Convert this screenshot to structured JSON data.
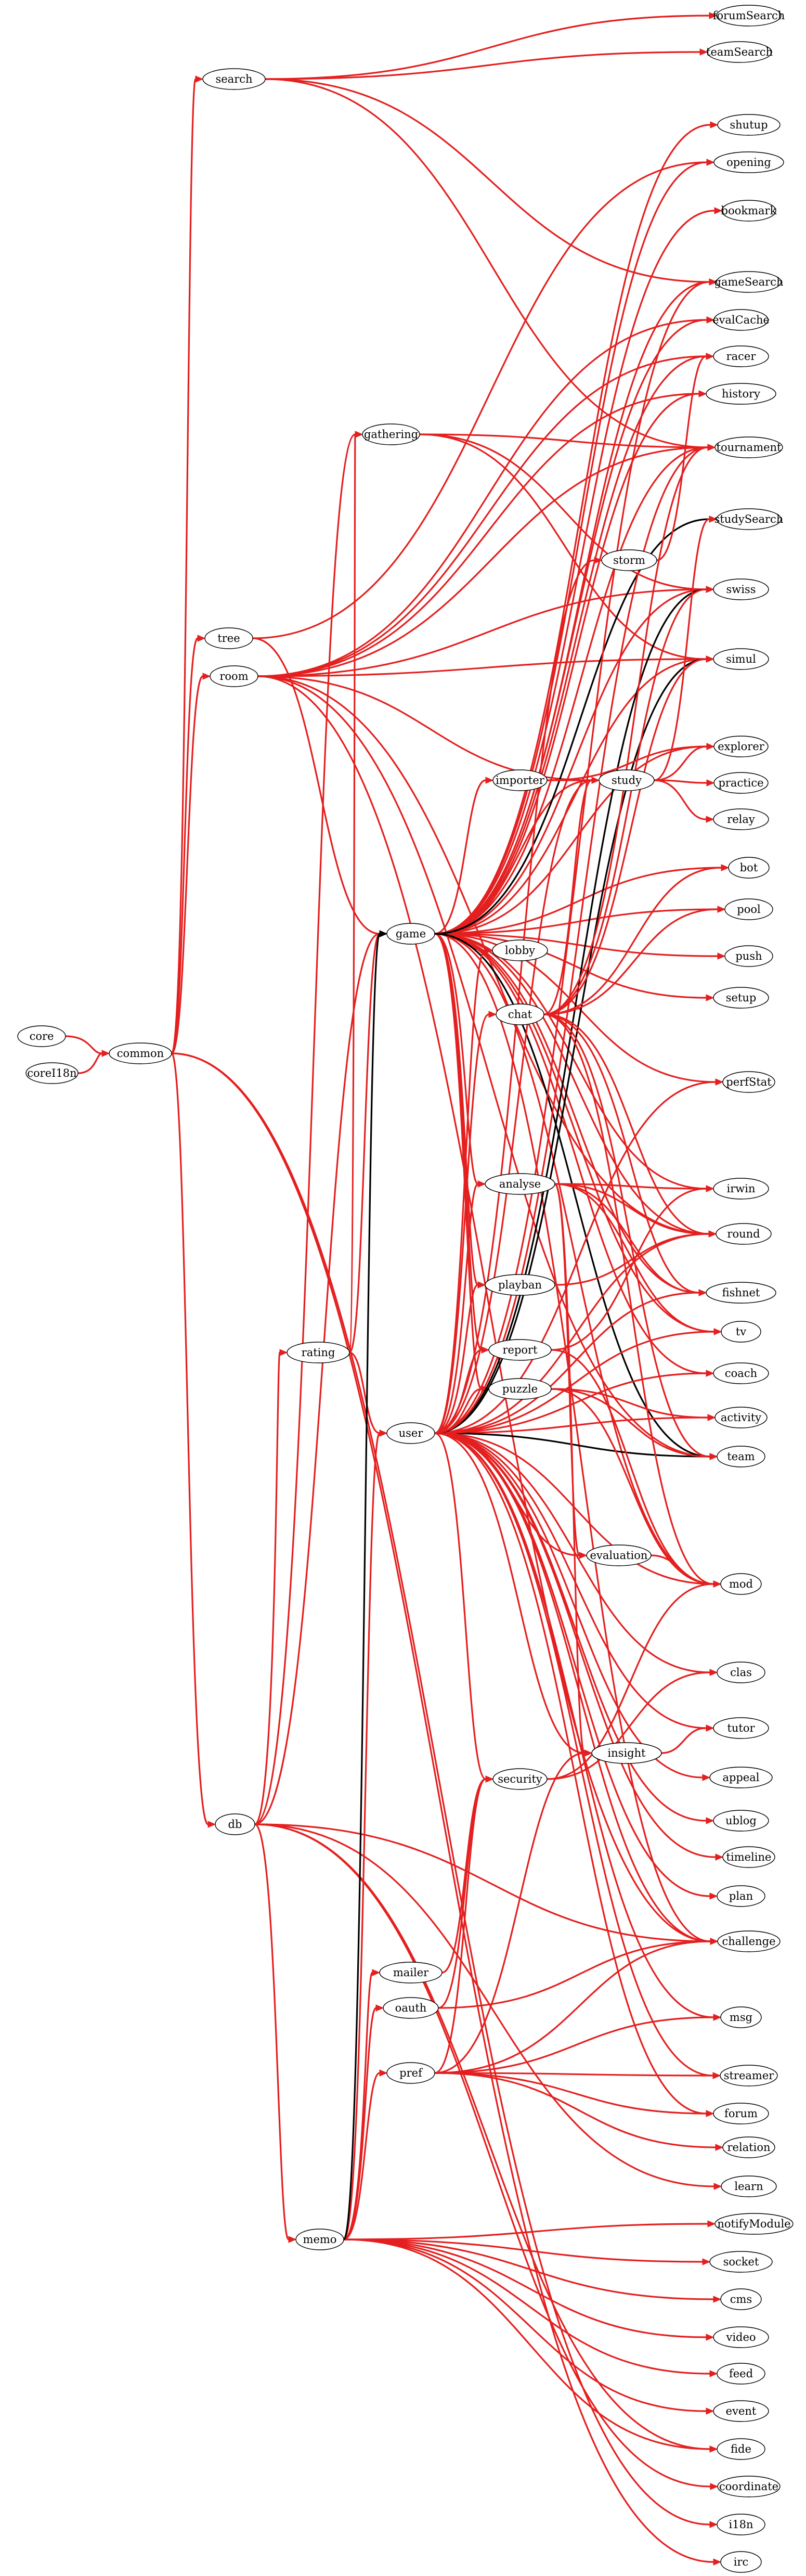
{
  "diagram": {
    "type": "dependency-graph",
    "colors": {
      "red": "#e41f1f",
      "black": "#000000"
    },
    "nodes": [
      "core",
      "coreI18n",
      "common",
      "search",
      "tree",
      "room",
      "db",
      "rating",
      "game",
      "gathering",
      "user",
      "chat",
      "importer",
      "study",
      "storm",
      "analyse",
      "playban",
      "report",
      "puzzle",
      "lobby",
      "evaluation",
      "memo",
      "mailer",
      "oauth",
      "pref",
      "security",
      "insight",
      "forumSearch",
      "teamSearch",
      "shutup",
      "opening",
      "bookmark",
      "gameSearch",
      "evalCache",
      "racer",
      "history",
      "tournament",
      "studySearch",
      "swiss",
      "simul",
      "explorer",
      "practice",
      "relay",
      "bot",
      "pool",
      "push",
      "setup",
      "perfStat",
      "irwin",
      "round",
      "fishnet",
      "tv",
      "coach",
      "activity",
      "team",
      "mod",
      "clas",
      "tutor",
      "appeal",
      "ublog",
      "timeline",
      "plan",
      "challenge",
      "msg",
      "streamer",
      "forum",
      "relation",
      "learn",
      "notifyModule",
      "socket",
      "cms",
      "video",
      "feed",
      "event",
      "fide",
      "coordinate",
      "i18n",
      "irc"
    ],
    "edges": [
      [
        "core",
        "common",
        "red"
      ],
      [
        "coreI18n",
        "common",
        "red"
      ],
      [
        "common",
        "search",
        "red"
      ],
      [
        "common",
        "tree",
        "red"
      ],
      [
        "common",
        "room",
        "red"
      ],
      [
        "common",
        "db",
        "red"
      ],
      [
        "common",
        "i18n",
        "red"
      ],
      [
        "common",
        "irc",
        "red"
      ],
      [
        "search",
        "forumSearch",
        "red"
      ],
      [
        "search",
        "teamSearch",
        "red"
      ],
      [
        "search",
        "gameSearch",
        "red"
      ],
      [
        "search",
        "tournament",
        "red"
      ],
      [
        "tree",
        "game",
        "red"
      ],
      [
        "tree",
        "opening",
        "red"
      ],
      [
        "room",
        "history",
        "red"
      ],
      [
        "room",
        "racer",
        "red"
      ],
      [
        "room",
        "evalCache",
        "red"
      ],
      [
        "room",
        "tournament",
        "red"
      ],
      [
        "room",
        "simul",
        "red"
      ],
      [
        "room",
        "study",
        "red"
      ],
      [
        "room",
        "round",
        "red"
      ],
      [
        "room",
        "swiss",
        "red"
      ],
      [
        "room",
        "team",
        "red"
      ],
      [
        "room",
        "challenge",
        "red"
      ],
      [
        "db",
        "rating",
        "red"
      ],
      [
        "db",
        "game",
        "red"
      ],
      [
        "db",
        "memo",
        "red"
      ],
      [
        "db",
        "learn",
        "red"
      ],
      [
        "db",
        "coordinate",
        "red"
      ],
      [
        "db",
        "fide",
        "red"
      ],
      [
        "db",
        "gathering",
        "red"
      ],
      [
        "db",
        "challenge",
        "red"
      ],
      [
        "rating",
        "gathering",
        "red"
      ],
      [
        "rating",
        "game",
        "red"
      ],
      [
        "rating",
        "user",
        "red"
      ],
      [
        "gathering",
        "simul",
        "red"
      ],
      [
        "gathering",
        "swiss",
        "red"
      ],
      [
        "gathering",
        "tournament",
        "red"
      ],
      [
        "game",
        "shutup",
        "red"
      ],
      [
        "game",
        "bookmark",
        "red"
      ],
      [
        "game",
        "gameSearch",
        "red"
      ],
      [
        "game",
        "evalCache",
        "red"
      ],
      [
        "game",
        "history",
        "red"
      ],
      [
        "game",
        "tournament",
        "red"
      ],
      [
        "game",
        "swiss",
        "red"
      ],
      [
        "game",
        "simul",
        "red"
      ],
      [
        "game",
        "importer",
        "red"
      ],
      [
        "game",
        "study",
        "red"
      ],
      [
        "game",
        "bot",
        "red"
      ],
      [
        "game",
        "pool",
        "red"
      ],
      [
        "game",
        "push",
        "red"
      ],
      [
        "game",
        "setup",
        "red"
      ],
      [
        "game",
        "lobby",
        "red"
      ],
      [
        "game",
        "perfStat",
        "red"
      ],
      [
        "game",
        "analyse",
        "red"
      ],
      [
        "game",
        "irwin",
        "red"
      ],
      [
        "game",
        "round",
        "red"
      ],
      [
        "game",
        "fishnet",
        "red"
      ],
      [
        "game",
        "tv",
        "red"
      ],
      [
        "game",
        "coach",
        "red"
      ],
      [
        "game",
        "playban",
        "red"
      ],
      [
        "game",
        "report",
        "red"
      ],
      [
        "game",
        "puzzle",
        "red"
      ],
      [
        "game",
        "challenge",
        "red"
      ],
      [
        "game",
        "mod",
        "red"
      ],
      [
        "game",
        "explorer",
        "red"
      ],
      [
        "game",
        "racer",
        "red"
      ],
      [
        "game",
        "opening",
        "red"
      ],
      [
        "game",
        "studySearch",
        "black"
      ],
      [
        "game",
        "team",
        "black"
      ],
      [
        "user",
        "chat",
        "red"
      ],
      [
        "user",
        "game",
        "red"
      ],
      [
        "user",
        "storm",
        "red"
      ],
      [
        "user",
        "study",
        "red"
      ],
      [
        "user",
        "lobby",
        "red"
      ],
      [
        "user",
        "analyse",
        "red"
      ],
      [
        "user",
        "playban",
        "red"
      ],
      [
        "user",
        "report",
        "red"
      ],
      [
        "user",
        "puzzle",
        "red"
      ],
      [
        "user",
        "evaluation",
        "red"
      ],
      [
        "user",
        "activity",
        "red"
      ],
      [
        "user",
        "team",
        "black"
      ],
      [
        "user",
        "mod",
        "red"
      ],
      [
        "user",
        "clas",
        "red"
      ],
      [
        "user",
        "tutor",
        "red"
      ],
      [
        "user",
        "appeal",
        "red"
      ],
      [
        "user",
        "ublog",
        "red"
      ],
      [
        "user",
        "timeline",
        "red"
      ],
      [
        "user",
        "plan",
        "red"
      ],
      [
        "user",
        "challenge",
        "red"
      ],
      [
        "user",
        "msg",
        "red"
      ],
      [
        "user",
        "streamer",
        "red"
      ],
      [
        "user",
        "forum",
        "red"
      ],
      [
        "user",
        "security",
        "red"
      ],
      [
        "user",
        "insight",
        "red"
      ],
      [
        "user",
        "coach",
        "red"
      ],
      [
        "user",
        "tv",
        "red"
      ],
      [
        "user",
        "fishnet",
        "red"
      ],
      [
        "user",
        "round",
        "red"
      ],
      [
        "user",
        "perfStat",
        "red"
      ],
      [
        "user",
        "simul",
        "black"
      ],
      [
        "user",
        "swiss",
        "black"
      ],
      [
        "user",
        "tournament",
        "red"
      ],
      [
        "user",
        "gameSearch",
        "red"
      ],
      [
        "chat",
        "study",
        "red"
      ],
      [
        "chat",
        "swiss",
        "red"
      ],
      [
        "chat",
        "simul",
        "red"
      ],
      [
        "chat",
        "tournament",
        "red"
      ],
      [
        "chat",
        "round",
        "red"
      ],
      [
        "chat",
        "team",
        "red"
      ],
      [
        "chat",
        "bot",
        "red"
      ],
      [
        "chat",
        "pool",
        "red"
      ],
      [
        "chat",
        "mod",
        "red"
      ],
      [
        "chat",
        "fishnet",
        "red"
      ],
      [
        "importer",
        "study",
        "red"
      ],
      [
        "importer",
        "explorer",
        "red"
      ],
      [
        "study",
        "practice",
        "red"
      ],
      [
        "study",
        "relay",
        "red"
      ],
      [
        "study",
        "studySearch",
        "red"
      ],
      [
        "study",
        "explorer",
        "red"
      ],
      [
        "storm",
        "racer",
        "red"
      ],
      [
        "analyse",
        "irwin",
        "red"
      ],
      [
        "analyse",
        "round",
        "red"
      ],
      [
        "analyse",
        "fishnet",
        "red"
      ],
      [
        "analyse",
        "insight",
        "red"
      ],
      [
        "analyse",
        "evaluation",
        "red"
      ],
      [
        "analyse",
        "tv",
        "red"
      ],
      [
        "playban",
        "round",
        "red"
      ],
      [
        "report",
        "irwin",
        "red"
      ],
      [
        "report",
        "mod",
        "red"
      ],
      [
        "puzzle",
        "activity",
        "red"
      ],
      [
        "puzzle",
        "team",
        "red"
      ],
      [
        "puzzle",
        "mod",
        "red"
      ],
      [
        "evaluation",
        "mod",
        "red"
      ],
      [
        "security",
        "mod",
        "red"
      ],
      [
        "security",
        "clas",
        "red"
      ],
      [
        "insight",
        "tutor",
        "red"
      ],
      [
        "memo",
        "user",
        "red"
      ],
      [
        "memo",
        "mailer",
        "red"
      ],
      [
        "memo",
        "oauth",
        "red"
      ],
      [
        "memo",
        "pref",
        "red"
      ],
      [
        "memo",
        "notifyModule",
        "red"
      ],
      [
        "memo",
        "socket",
        "red"
      ],
      [
        "memo",
        "cms",
        "red"
      ],
      [
        "memo",
        "video",
        "red"
      ],
      [
        "memo",
        "feed",
        "red"
      ],
      [
        "memo",
        "event",
        "red"
      ],
      [
        "memo",
        "fide",
        "red"
      ],
      [
        "memo",
        "game",
        "black"
      ],
      [
        "mailer",
        "security",
        "red"
      ],
      [
        "oauth",
        "security",
        "red"
      ],
      [
        "oauth",
        "challenge",
        "red"
      ],
      [
        "pref",
        "security",
        "red"
      ],
      [
        "pref",
        "insight",
        "red"
      ],
      [
        "pref",
        "challenge",
        "red"
      ],
      [
        "pref",
        "msg",
        "red"
      ],
      [
        "pref",
        "streamer",
        "red"
      ],
      [
        "pref",
        "forum",
        "red"
      ],
      [
        "pref",
        "relation",
        "red"
      ]
    ]
  }
}
